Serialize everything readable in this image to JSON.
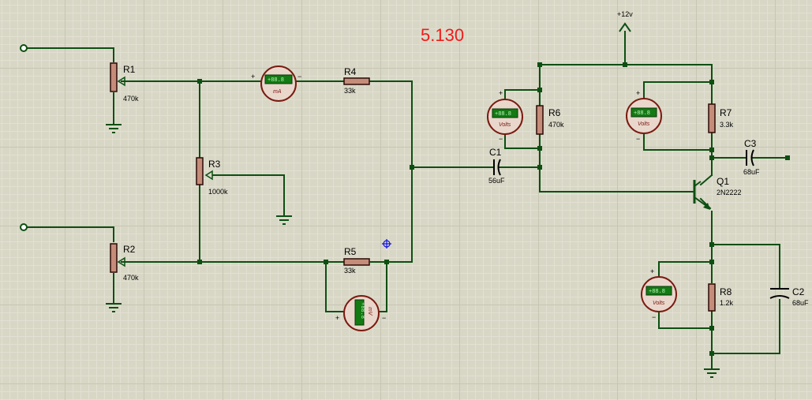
{
  "readout": "5.130",
  "supply_label": "+12v",
  "components": {
    "R1": {
      "name": "R1",
      "value": "470k"
    },
    "R2": {
      "name": "R2",
      "value": "470k"
    },
    "R3": {
      "name": "R3",
      "value": "1000k"
    },
    "R4": {
      "name": "R4",
      "value": "33k"
    },
    "R5": {
      "name": "R5",
      "value": "33k"
    },
    "R6": {
      "name": "R6",
      "value": "470k"
    },
    "R7": {
      "name": "R7",
      "value": "3.3k"
    },
    "R8": {
      "name": "R8",
      "value": "1.2k"
    },
    "C1": {
      "name": "C1",
      "value": "56uF"
    },
    "C2": {
      "name": "C2",
      "value": "68uF"
    },
    "C3": {
      "name": "C3",
      "value": "68uF"
    },
    "Q1": {
      "name": "Q1",
      "value": "2N2222"
    }
  },
  "meters": {
    "ammeter": {
      "display": "+88.8",
      "unit": "mA"
    },
    "millivoltmeter": {
      "display": "+88.8",
      "unit": "mV"
    },
    "voltmeter_r6": {
      "display": "+88.8",
      "unit": "Volts"
    },
    "voltmeter_r7": {
      "display": "+88.8",
      "unit": "Volts"
    },
    "voltmeter_r8": {
      "display": "+88.8",
      "unit": "Volts"
    }
  },
  "polarity": {
    "plus": "+",
    "minus": "−"
  },
  "colors": {
    "wire": "#0d4f12",
    "component_body": "#7a1a10",
    "readout": "#ee1c1c",
    "grid_background": "#d8d7c6"
  }
}
